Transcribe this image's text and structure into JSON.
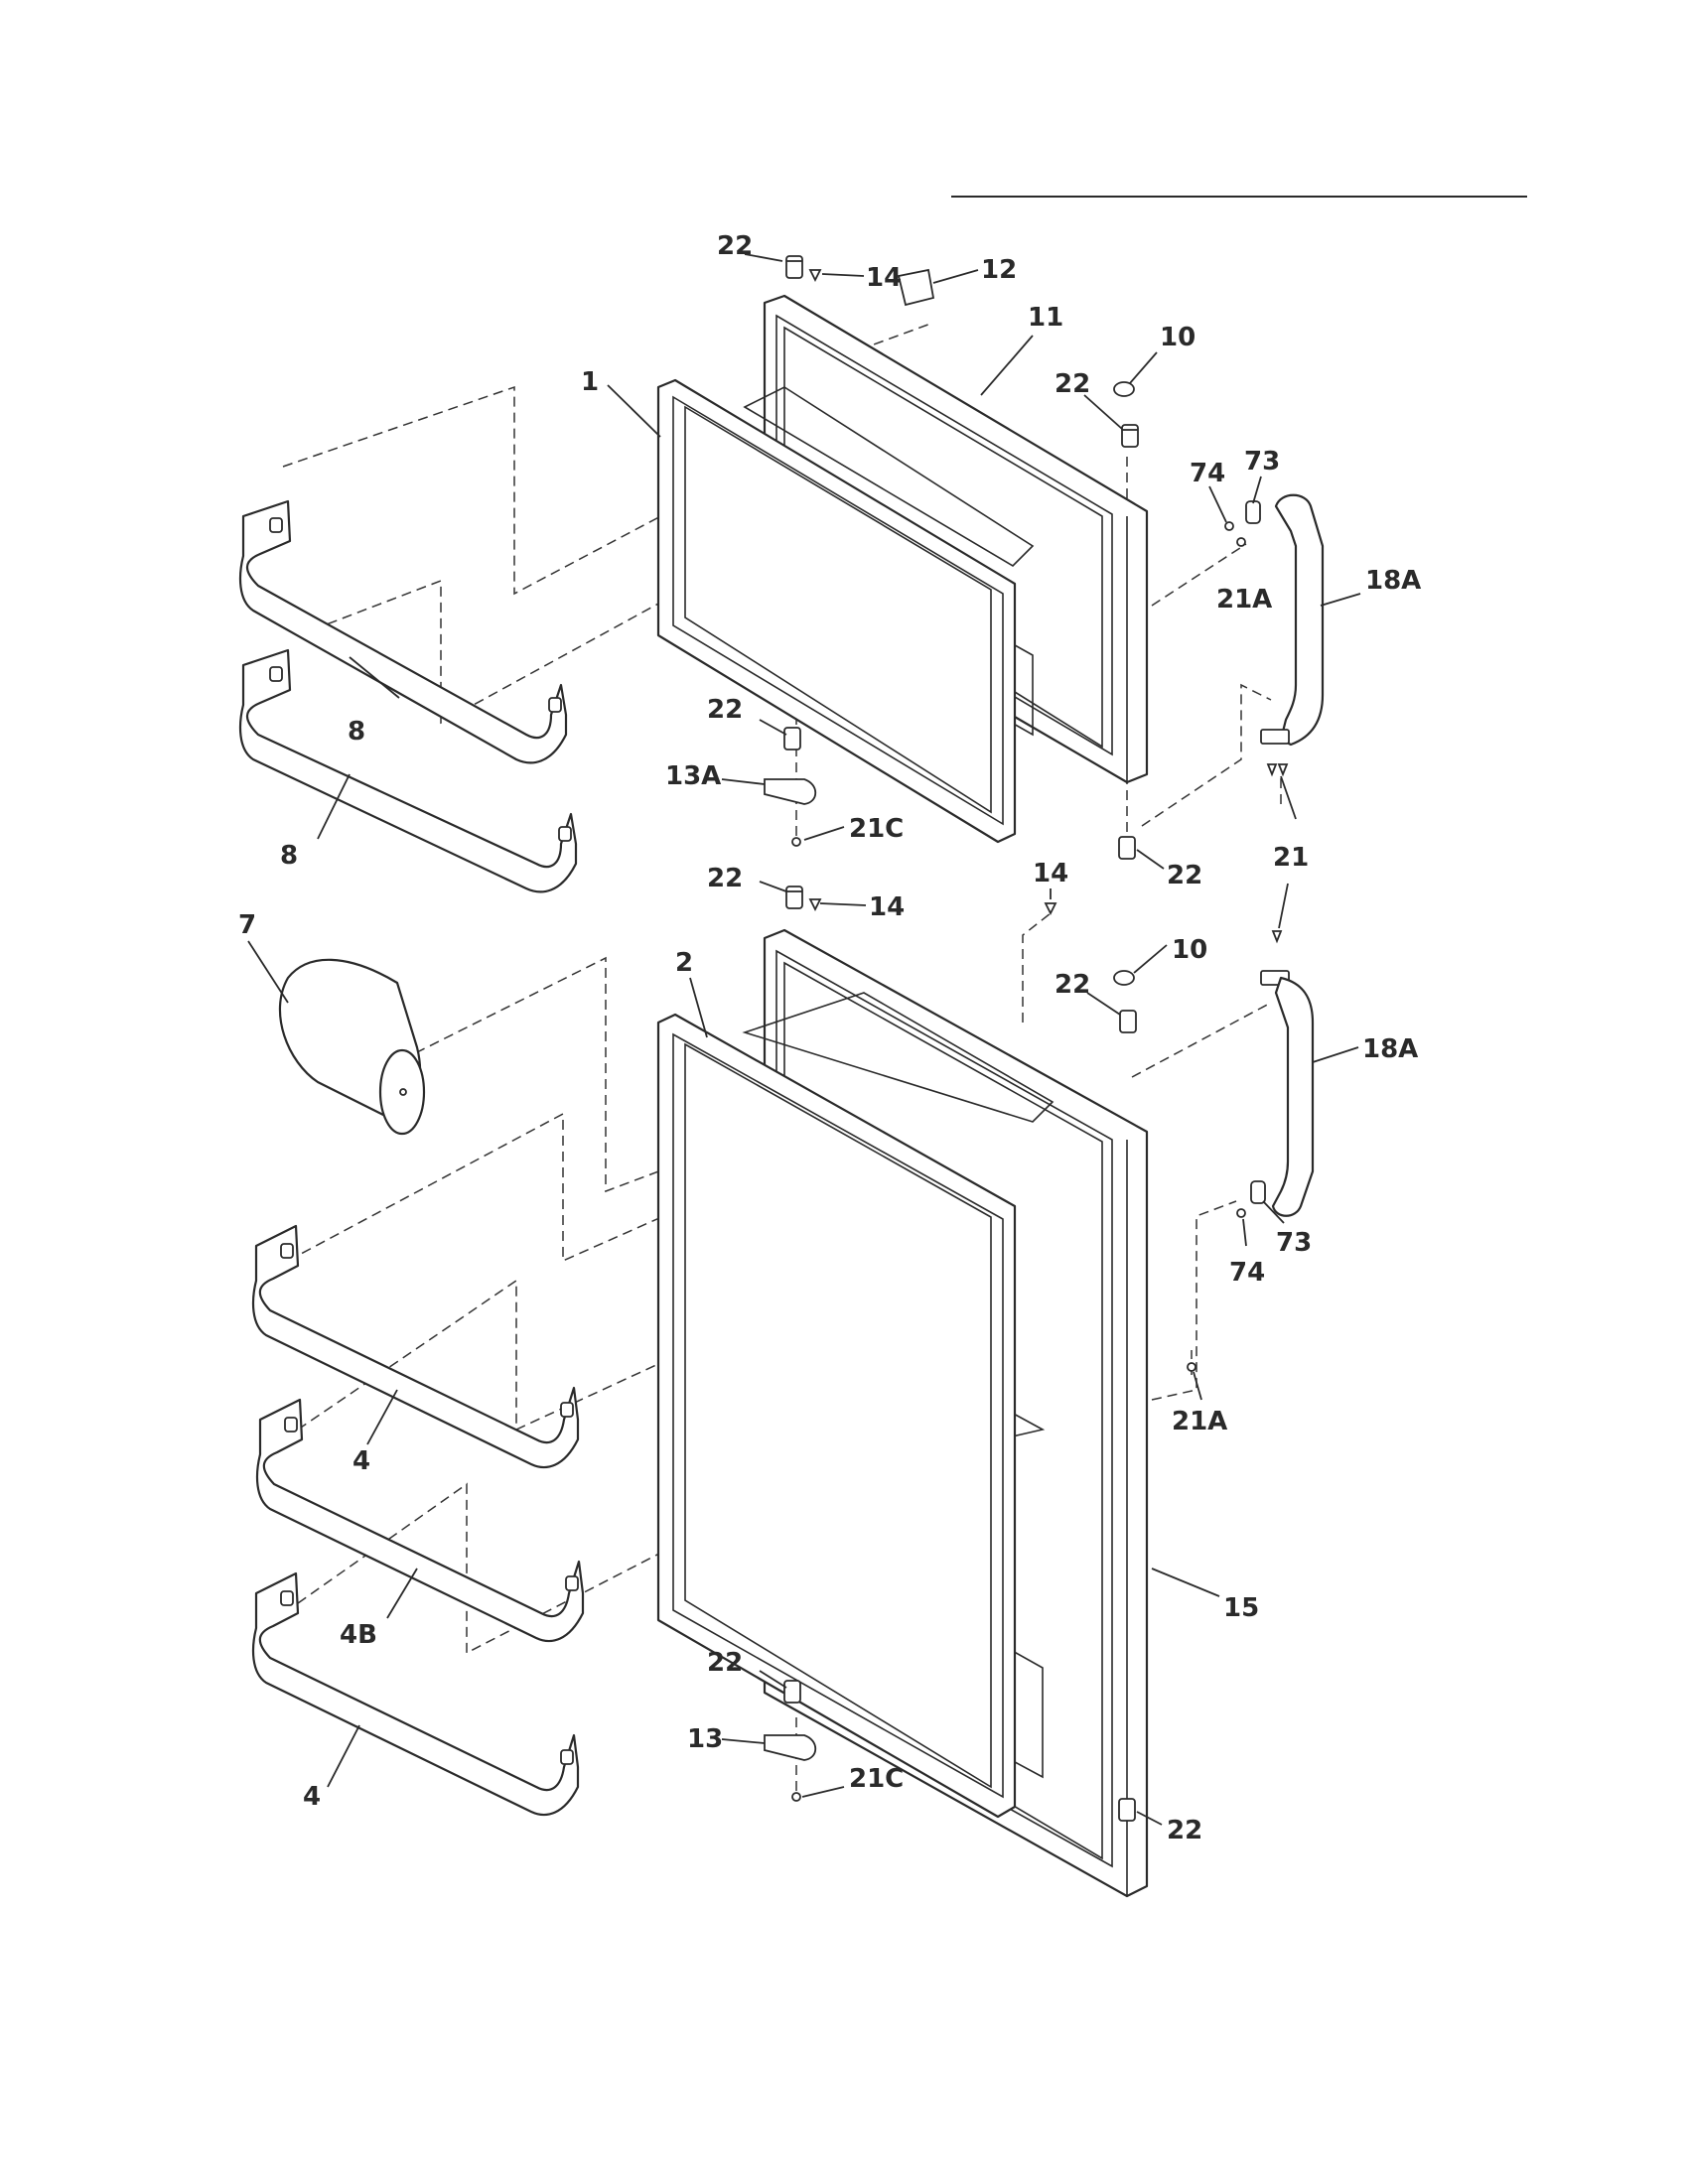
{
  "diagram": {
    "callouts": {
      "c1": "1",
      "c2": "2",
      "c4a": "4",
      "c4b": "4",
      "c4B": "4B",
      "c7": "7",
      "c8a": "8",
      "c8b": "8",
      "c10a": "10",
      "c10b": "10",
      "c11": "11",
      "c12": "12",
      "c13": "13",
      "c13A": "13A",
      "c14a": "14",
      "c14b": "14",
      "c14c": "14",
      "c15": "15",
      "c18Aa": "18A",
      "c18Ab": "18A",
      "c21": "21",
      "c21Aa": "21A",
      "c21Ab": "21A",
      "c21Ca": "21C",
      "c21Cb": "21C",
      "c22a": "22",
      "c22b": "22",
      "c22c": "22",
      "c22d": "22",
      "c22e": "22",
      "c22f": "22",
      "c22g": "22",
      "c22h": "22",
      "c73a": "73",
      "c73b": "73",
      "c74a": "74",
      "c74b": "74"
    }
  }
}
